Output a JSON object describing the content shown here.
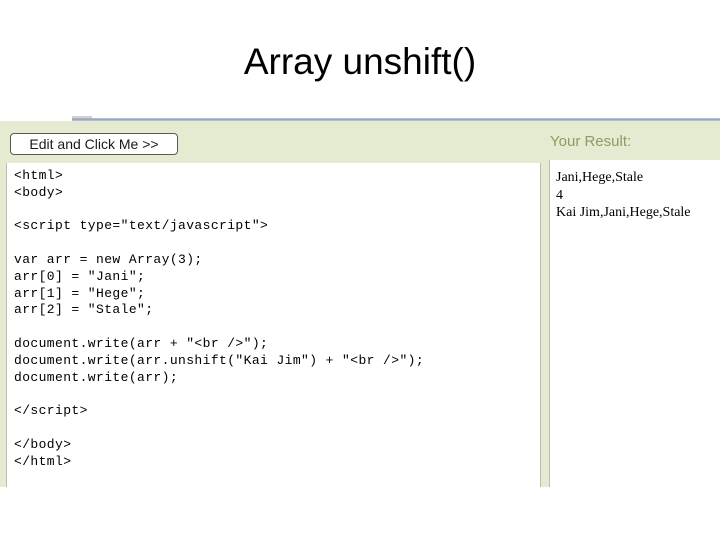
{
  "slide": {
    "title": "Array unshift()"
  },
  "editor": {
    "button_label": "Edit and Click Me >>",
    "code": "<html>\n<body>\n\n<script type=\"text/javascript\">\n\nvar arr = new Array(3);\narr[0] = \"Jani\";\narr[1] = \"Hege\";\narr[2] = \"Stale\";\n\ndocument.write(arr + \"<br />\");\ndocument.write(arr.unshift(\"Kai Jim\") + \"<br />\");\ndocument.write(arr);\n\n</script>\n\n</body>\n</html>"
  },
  "result": {
    "heading": "Your Result:",
    "lines": "Jani,Hege,Stale\n4\nKai Jim,Jani,Hege,Stale"
  },
  "colors": {
    "panel_green": "#e4ebd0",
    "heading_green": "#8b9c64",
    "panel_border": "#b9bfae",
    "rule_blue": "#8fa4c4",
    "text_black": "#000000",
    "page_white": "#ffffff"
  }
}
